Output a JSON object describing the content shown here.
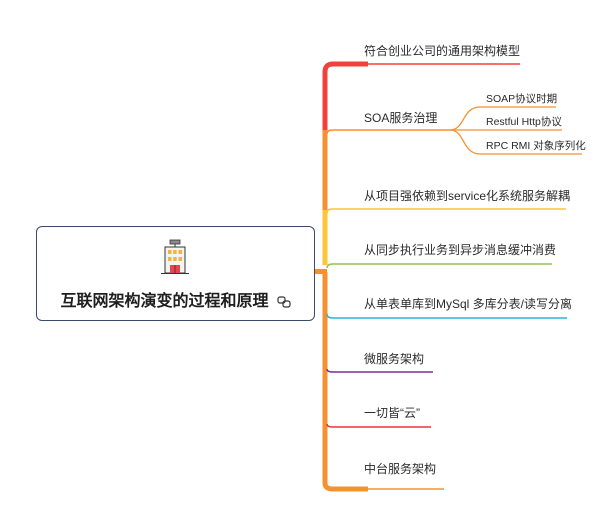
{
  "root": {
    "title": "互联网架构演变的过程和原理",
    "icon": "office-building-icon",
    "link_icon": "link-icon"
  },
  "branches": [
    {
      "label": "符合创业公司的通用架构模型",
      "color": "#f0413a"
    },
    {
      "label": "SOA服务治理",
      "color": "#f7902f",
      "children": [
        {
          "label": "SOAP协议时期"
        },
        {
          "label": "Restful Http协议"
        },
        {
          "label": "RPC RMI 对象序列化"
        }
      ]
    },
    {
      "label": "从项目强依赖到service化系统服务解耦",
      "color": "#fcc63a"
    },
    {
      "label": "从同步执行业务到异步消息缓冲消费",
      "color": "#97c153"
    },
    {
      "label": "从单表单库到MySql 多库分表/读写分离",
      "color": "#2ab3d8"
    },
    {
      "label": "微服务架构",
      "color": "#7d2e99"
    },
    {
      "label": "一切皆“云”",
      "color": "#e8363b"
    },
    {
      "label": "中台服务架构",
      "color": "#f7902f"
    }
  ],
  "colors": {
    "trunk": "#f7902f",
    "root_border": "#3b4a6b"
  }
}
